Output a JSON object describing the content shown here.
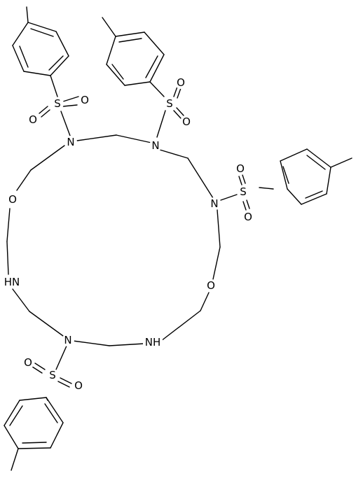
{
  "atom_labels": {
    "n_top_left": "N",
    "n_top_mid": "N",
    "n_right": "N",
    "n_bottom_left": "N",
    "nh_left": "HN",
    "nh_bottom": "NH",
    "o_left": "O",
    "o_right": "O",
    "s1": "S",
    "s1_o1": "O",
    "s1_o2": "O",
    "s2": "S",
    "s2_o1": "O",
    "s2_o2": "O",
    "s3": "S",
    "s3_o1": "O",
    "s3_o2": "O",
    "s4": "S",
    "s4_o1": "O",
    "s4_o2": "O"
  },
  "colors": {
    "bond": "#000000",
    "label": "#000000",
    "background": "#ffffff"
  }
}
